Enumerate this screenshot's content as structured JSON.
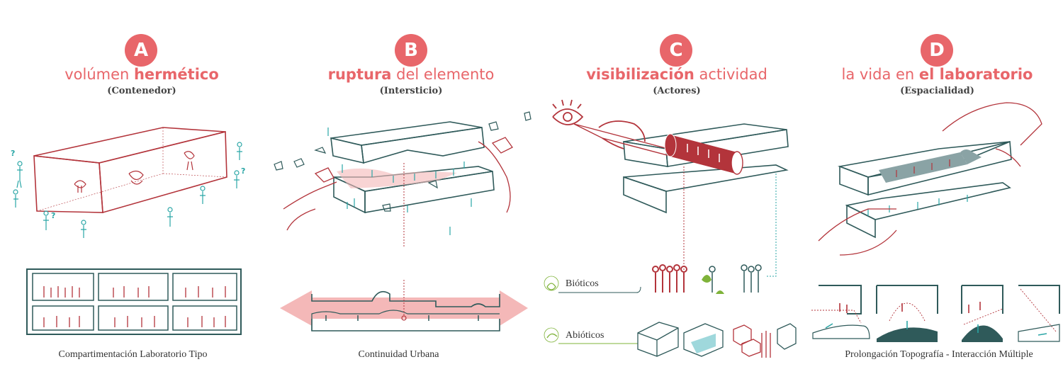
{
  "colors": {
    "accent": "#e8666a",
    "dark_red": "#b3343b",
    "teal": "#2f5a5a",
    "cyan": "#2aa6a6",
    "pink": "#f4b8b8",
    "green": "#7fb33a"
  },
  "panels": [
    {
      "letter": "A",
      "title_plain_before": "volúmen ",
      "title_bold": "hermético",
      "title_plain_after": "",
      "subtitle": "(Contenedor)",
      "caption": "Compartimentación Laboratorio Tipo"
    },
    {
      "letter": "B",
      "title_plain_before": "",
      "title_bold": "ruptura",
      "title_plain_after": " del elemento",
      "subtitle": "(Intersticio)",
      "caption": "Continuidad Urbana"
    },
    {
      "letter": "C",
      "title_plain_before": "",
      "title_bold": "visibilización",
      "title_plain_after": " actividad",
      "subtitle": "(Actores)",
      "caption": ""
    },
    {
      "letter": "D",
      "title_plain_before": "la vida en ",
      "title_bold": "el laboratorio",
      "title_plain_after": "",
      "subtitle": "(Espacialidad)",
      "caption": "Prolongación Topografía - Interacción Múltiple"
    }
  ],
  "legend": {
    "bioticos": "Bióticos",
    "abioticos": "Abióticos"
  },
  "annotations": {
    "question_mark": "?"
  }
}
